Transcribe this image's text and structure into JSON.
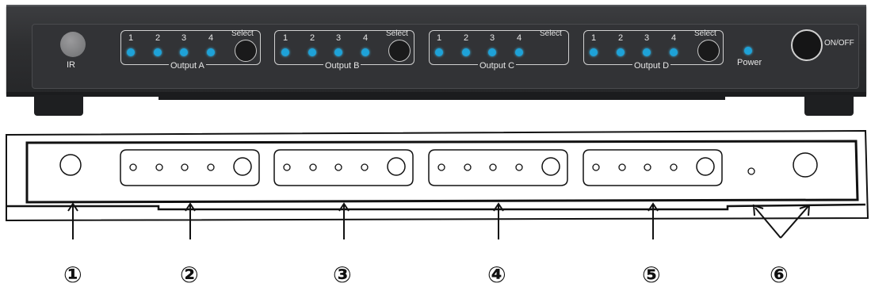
{
  "device": {
    "ir_label": "IR",
    "input_numbers": [
      "1",
      "2",
      "3",
      "4"
    ],
    "select_label": "Select",
    "outputs": [
      {
        "label": "Output A"
      },
      {
        "label": "Output B"
      },
      {
        "label": "Output C"
      },
      {
        "label": "Output D"
      }
    ],
    "power_label": "Power",
    "onoff_label": "ON/OFF",
    "led_color": "#1ea2d8"
  },
  "callouts": [
    "①",
    "②",
    "③",
    "④",
    "⑤",
    "⑥"
  ]
}
